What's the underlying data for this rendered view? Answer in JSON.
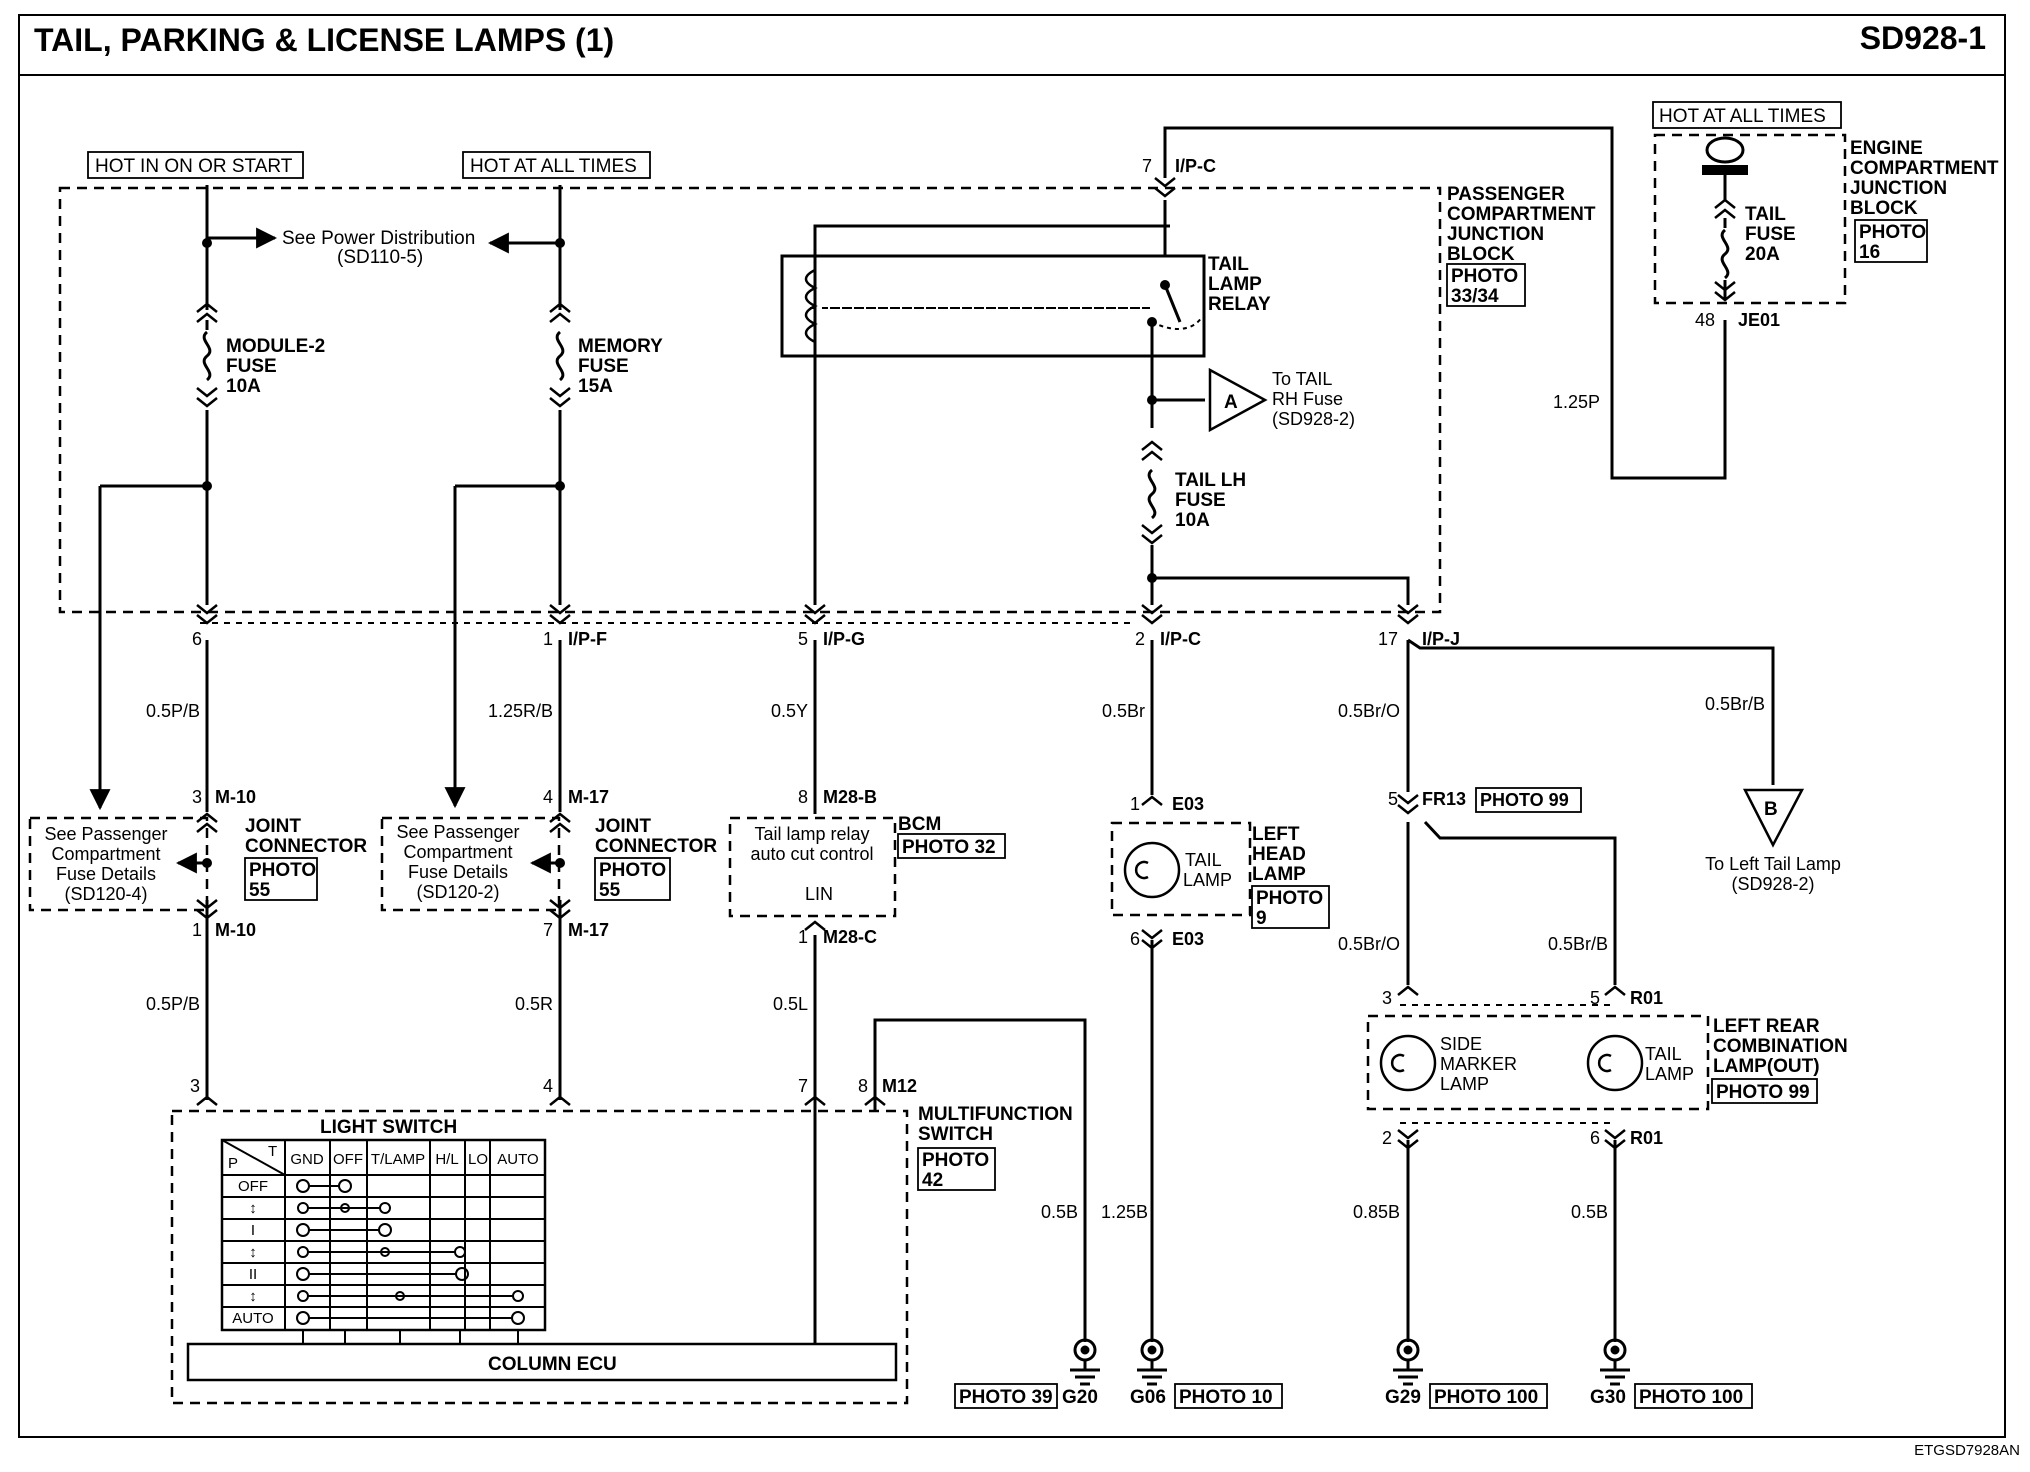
{
  "header": {
    "title": "TAIL, PARKING & LICENSE LAMPS (1)",
    "code": "SD928-1"
  },
  "footer": {
    "code": "ETGSD7928AN"
  },
  "power_labels": {
    "hot_on_start": "HOT IN ON OR START",
    "hot_all_1": "HOT AT ALL TIMES",
    "hot_all_2": "HOT AT ALL TIMES"
  },
  "power_distribution": {
    "line1": "See Power Distribution",
    "line2": "(SD110-5)"
  },
  "fuses": {
    "module2": {
      "line1": "MODULE-2",
      "line2": "FUSE",
      "line3": "10A"
    },
    "memory": {
      "line1": "MEMORY",
      "line2": "FUSE",
      "line3": "15A"
    },
    "tail_lh": {
      "line1": "TAIL LH",
      "line2": "FUSE",
      "line3": "10A"
    },
    "tail": {
      "line1": "TAIL",
      "line2": "FUSE",
      "line3": "20A"
    }
  },
  "relay": {
    "line1": "TAIL",
    "line2": "LAMP",
    "line3": "RELAY"
  },
  "pcjb": {
    "line1": "PASSENGER",
    "line2": "COMPARTMENT",
    "line3": "JUNCTION",
    "line4": "BLOCK",
    "photo": "PHOTO",
    "photo_num": "33/34"
  },
  "ecjb": {
    "line1": "ENGINE",
    "line2": "COMPARTMENT",
    "line3": "JUNCTION",
    "line4": "BLOCK",
    "photo": "PHOTO",
    "photo_num": "16"
  },
  "offpage": {
    "a": {
      "letter": "A",
      "line1": "To TAIL",
      "line2": "RH Fuse",
      "line3": "(SD928-2)"
    },
    "b": {
      "letter": "B",
      "line1": "To Left Tail Lamp",
      "line2": "(SD928-2)"
    }
  },
  "connectors": {
    "ipc7": {
      "pin": "7",
      "name": "I/P-C"
    },
    "je01": {
      "pin": "48",
      "name": "JE01"
    },
    "ip6": {
      "pin": "6"
    },
    "ipf": {
      "pin": "1",
      "name": "I/P-F"
    },
    "ipg": {
      "pin": "5",
      "name": "I/P-G"
    },
    "ipc2": {
      "pin": "2",
      "name": "I/P-C"
    },
    "ipj": {
      "pin": "17",
      "name": "I/P-J"
    },
    "m10a": {
      "pin": "3",
      "name": "M-10"
    },
    "m10b": {
      "pin": "1",
      "name": "M-10"
    },
    "m17a": {
      "pin": "4",
      "name": "M-17"
    },
    "m17b": {
      "pin": "7",
      "name": "M-17"
    },
    "m28b": {
      "pin": "8",
      "name": "M28-B"
    },
    "m28c": {
      "pin": "1",
      "name": "M28-C"
    },
    "e03a": {
      "pin": "1",
      "name": "E03"
    },
    "e03b": {
      "pin": "6",
      "name": "E03"
    },
    "fr13": {
      "pin": "5",
      "name": "FR13",
      "photo": "PHOTO 99"
    },
    "r01a": {
      "pin3": "3",
      "pin5": "5",
      "name": "R01"
    },
    "r01b": {
      "pin2": "2",
      "pin6": "6",
      "name": "R01"
    },
    "m12": {
      "pin3": "3",
      "pin4": "4",
      "pin7": "7",
      "pin8": "8",
      "name": "M12"
    }
  },
  "wires": {
    "w1": "0.5P/B",
    "w2": "1.25R/B",
    "w3": "0.5Y",
    "w4": "0.5Br",
    "w5": "0.5Br/O",
    "w6": "0.5Br/B",
    "w7": "1.25P",
    "w8": "0.5P/B",
    "w9": "0.5R",
    "w10": "0.5L",
    "w11": "0.5Br/O",
    "w12": "0.5Br/B",
    "w13": "0.5B",
    "w14": "1.25B",
    "w15": "0.85B",
    "w16": "0.5B"
  },
  "joint1": {
    "line1": "See Passenger",
    "line2": "Compartment",
    "line3": "Fuse Details",
    "line4": "(SD120-4)",
    "title1": "JOINT",
    "title2": "CONNECTOR",
    "photo": "PHOTO",
    "photo_num": "55"
  },
  "joint2": {
    "line1": "See Passenger",
    "line2": "Compartment",
    "line3": "Fuse Details",
    "line4": "(SD120-2)",
    "title1": "JOINT",
    "title2": "CONNECTOR",
    "photo": "PHOTO",
    "photo_num": "55"
  },
  "bcm": {
    "line1": "Tail lamp relay",
    "line2": "auto cut control",
    "lin": "LIN",
    "title": "BCM",
    "photo": "PHOTO 32"
  },
  "left_head_lamp": {
    "lamp1": "TAIL",
    "lamp2": "LAMP",
    "title1": "LEFT",
    "title2": "HEAD",
    "title3": "LAMP",
    "photo": "PHOTO",
    "photo_num": "9"
  },
  "rear_combo": {
    "side1": "SIDE",
    "side2": "MARKER",
    "side3": "LAMP",
    "tail1": "TAIL",
    "tail2": "LAMP",
    "title1": "LEFT REAR",
    "title2": "COMBINATION",
    "title3": "LAMP(OUT)",
    "photo": "PHOTO 99"
  },
  "multifunction": {
    "title1": "MULTIFUNCTION",
    "title2": "SWITCH",
    "photo": "PHOTO",
    "photo_num": "42"
  },
  "light_switch": {
    "title": "LIGHT SWITCH",
    "corner_p": "P",
    "corner_t": "T",
    "columns": [
      "GND",
      "OFF",
      "T/LAMP",
      "H/L",
      "LO",
      "AUTO"
    ],
    "rows": [
      "OFF",
      "↕",
      "I",
      "↕",
      "II",
      "↕",
      "AUTO"
    ]
  },
  "column_ecu": "COLUMN ECU",
  "grounds": {
    "g20": {
      "name": "G20",
      "photo": "PHOTO 39"
    },
    "g06": {
      "name": "G06",
      "photo": "PHOTO 10"
    },
    "g29": {
      "name": "G29",
      "photo": "PHOTO 100"
    },
    "g30": {
      "name": "G30",
      "photo": "PHOTO 100"
    }
  }
}
